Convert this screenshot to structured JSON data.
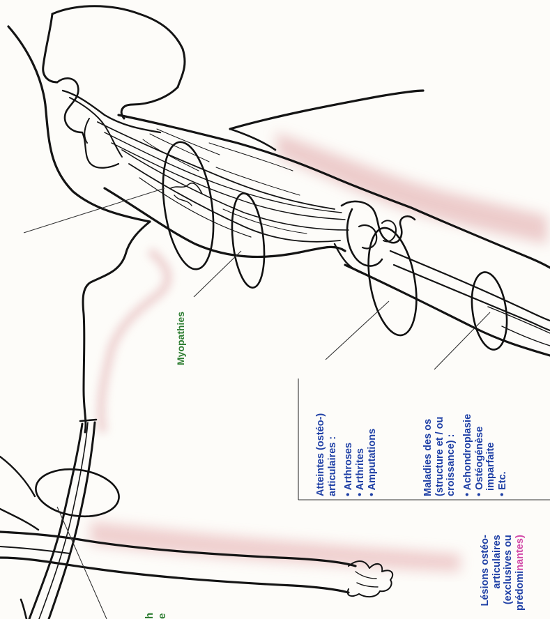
{
  "labels": {
    "myopathies": "Myopathies",
    "bottom_green_fragment_1": "h",
    "bottom_green_fragment_2": "e"
  },
  "articular": {
    "heading_1": "Atteintes (ostéo-)",
    "heading_2": "articulaires :",
    "items": [
      "• Arthroses",
      "• Arthrites",
      "• Amputations"
    ]
  },
  "bones": {
    "heading_1": "Maladies des os",
    "heading_2": "(structure et / ou",
    "heading_3": "croissance) :",
    "items": [
      "• Achondroplasie",
      "• Ostéogénèse",
      "  imparfaite",
      "• Etc."
    ]
  },
  "lesions": {
    "line_1": "Lésions ostéo-",
    "line_2": "articulaires",
    "line_3": "(exclusives ou",
    "line_4_a": "prédomi",
    "line_4_b": "nantes)"
  },
  "colors": {
    "green": "#2e7d32",
    "blue": "#1e3fa5",
    "pink": "#d24aa8",
    "line": "#111111",
    "skin_shadow": "#e9c3c3"
  }
}
